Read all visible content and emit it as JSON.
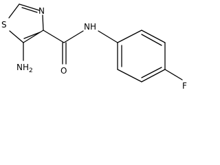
{
  "molecule": {
    "atoms": {
      "S": "S",
      "N_ring": "N",
      "NH2": "NH",
      "NH2_sub": "2",
      "O": "O",
      "NH": "NH",
      "F": "F"
    }
  },
  "colors": {
    "bond": "#000000",
    "label": "#000000",
    "background": "#ffffff"
  }
}
